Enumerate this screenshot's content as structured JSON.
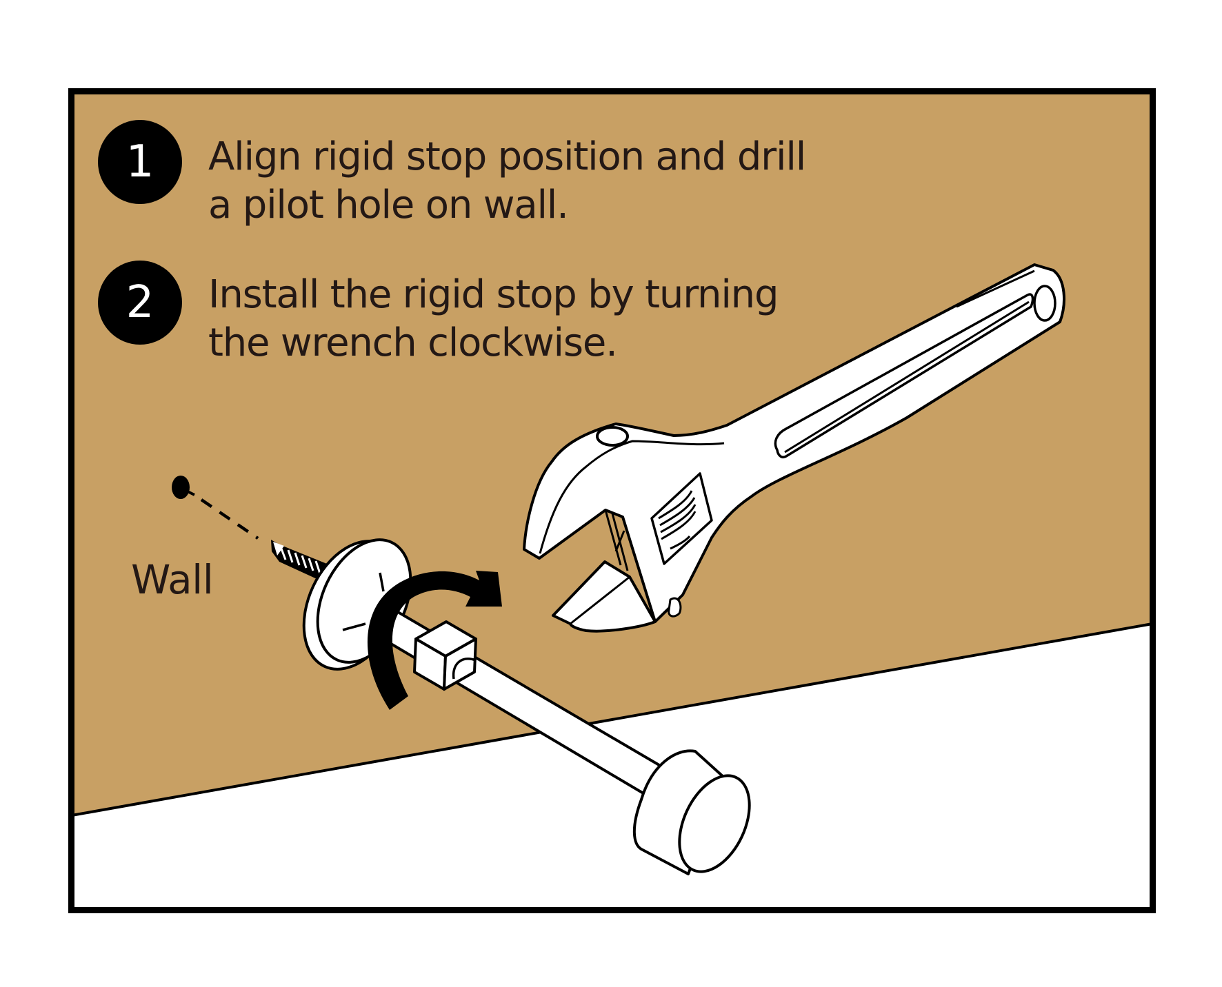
{
  "figure": {
    "colors": {
      "wall": "#C8A064",
      "floor": "#FFFFFF",
      "frame": "#000000",
      "text": "#231815",
      "badge_bg": "#000000",
      "badge_fg": "#FFFFFF"
    },
    "steps": [
      {
        "number": "1",
        "line1": "Align rigid stop position and drill",
        "line2": "a pilot hole on wall."
      },
      {
        "number": "2",
        "line1": "Install the rigid stop by turning",
        "line2": "the wrench clockwise."
      }
    ],
    "labels": {
      "wall": "Wall"
    },
    "illustration": {
      "objects": [
        "pilot-hole",
        "dashed-guide-line",
        "screw",
        "rigid-stop-disc",
        "clockwise-arrow",
        "hex-nut",
        "rod",
        "rubber-bumper",
        "adjustable-wrench"
      ],
      "rotation_direction": "clockwise"
    }
  }
}
